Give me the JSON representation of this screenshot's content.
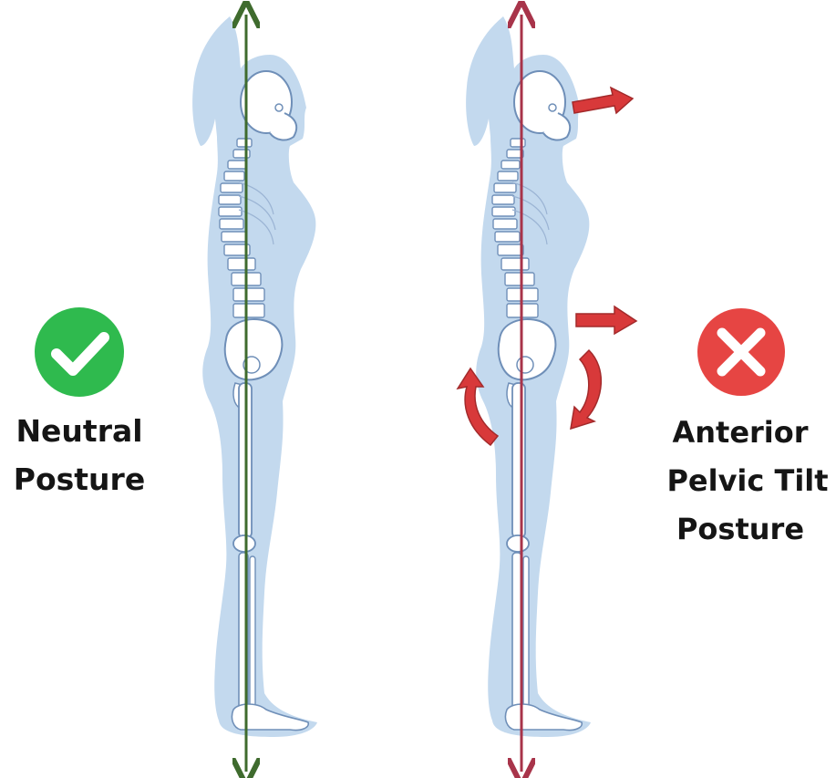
{
  "left_panel": {
    "label_line1": "Neutral",
    "label_line2": "Posture",
    "badge_icon": "checkmark-icon",
    "badge_color": "#2fba4e",
    "line_color": "#3f6b2e"
  },
  "right_panel": {
    "label_line1": "Anterior",
    "label_line2": "Pelvic Tilt",
    "label_line3": "Posture",
    "badge_icon": "x-mark-icon",
    "badge_color": "#e64543",
    "line_color": "#a8344a",
    "arrow_color": "#d8393a"
  },
  "colors": {
    "silhouette": "#c3d9ee",
    "bone_fill": "#ffffff",
    "bone_stroke": "#6f8fb8"
  }
}
